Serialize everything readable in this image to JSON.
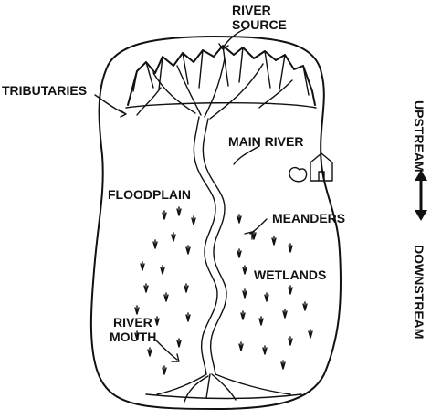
{
  "labels": {
    "river_source_line1": "RIVER",
    "river_source_line2": "SOURCE",
    "tributaries": "TRIBUTARIES",
    "main_river": "MAIN RIVER",
    "floodplain": "FLOODPLAIN",
    "meanders": "MEANDERS",
    "wetlands": "WETLANDS",
    "river_mouth_line1": "RIVER",
    "river_mouth_line2": "MOUTH"
  },
  "side_axis": {
    "upstream": "UPSTREAM",
    "downstream": "DOWNSTREAM"
  },
  "colors": {
    "ink": "#111111",
    "background": "#ffffff"
  }
}
